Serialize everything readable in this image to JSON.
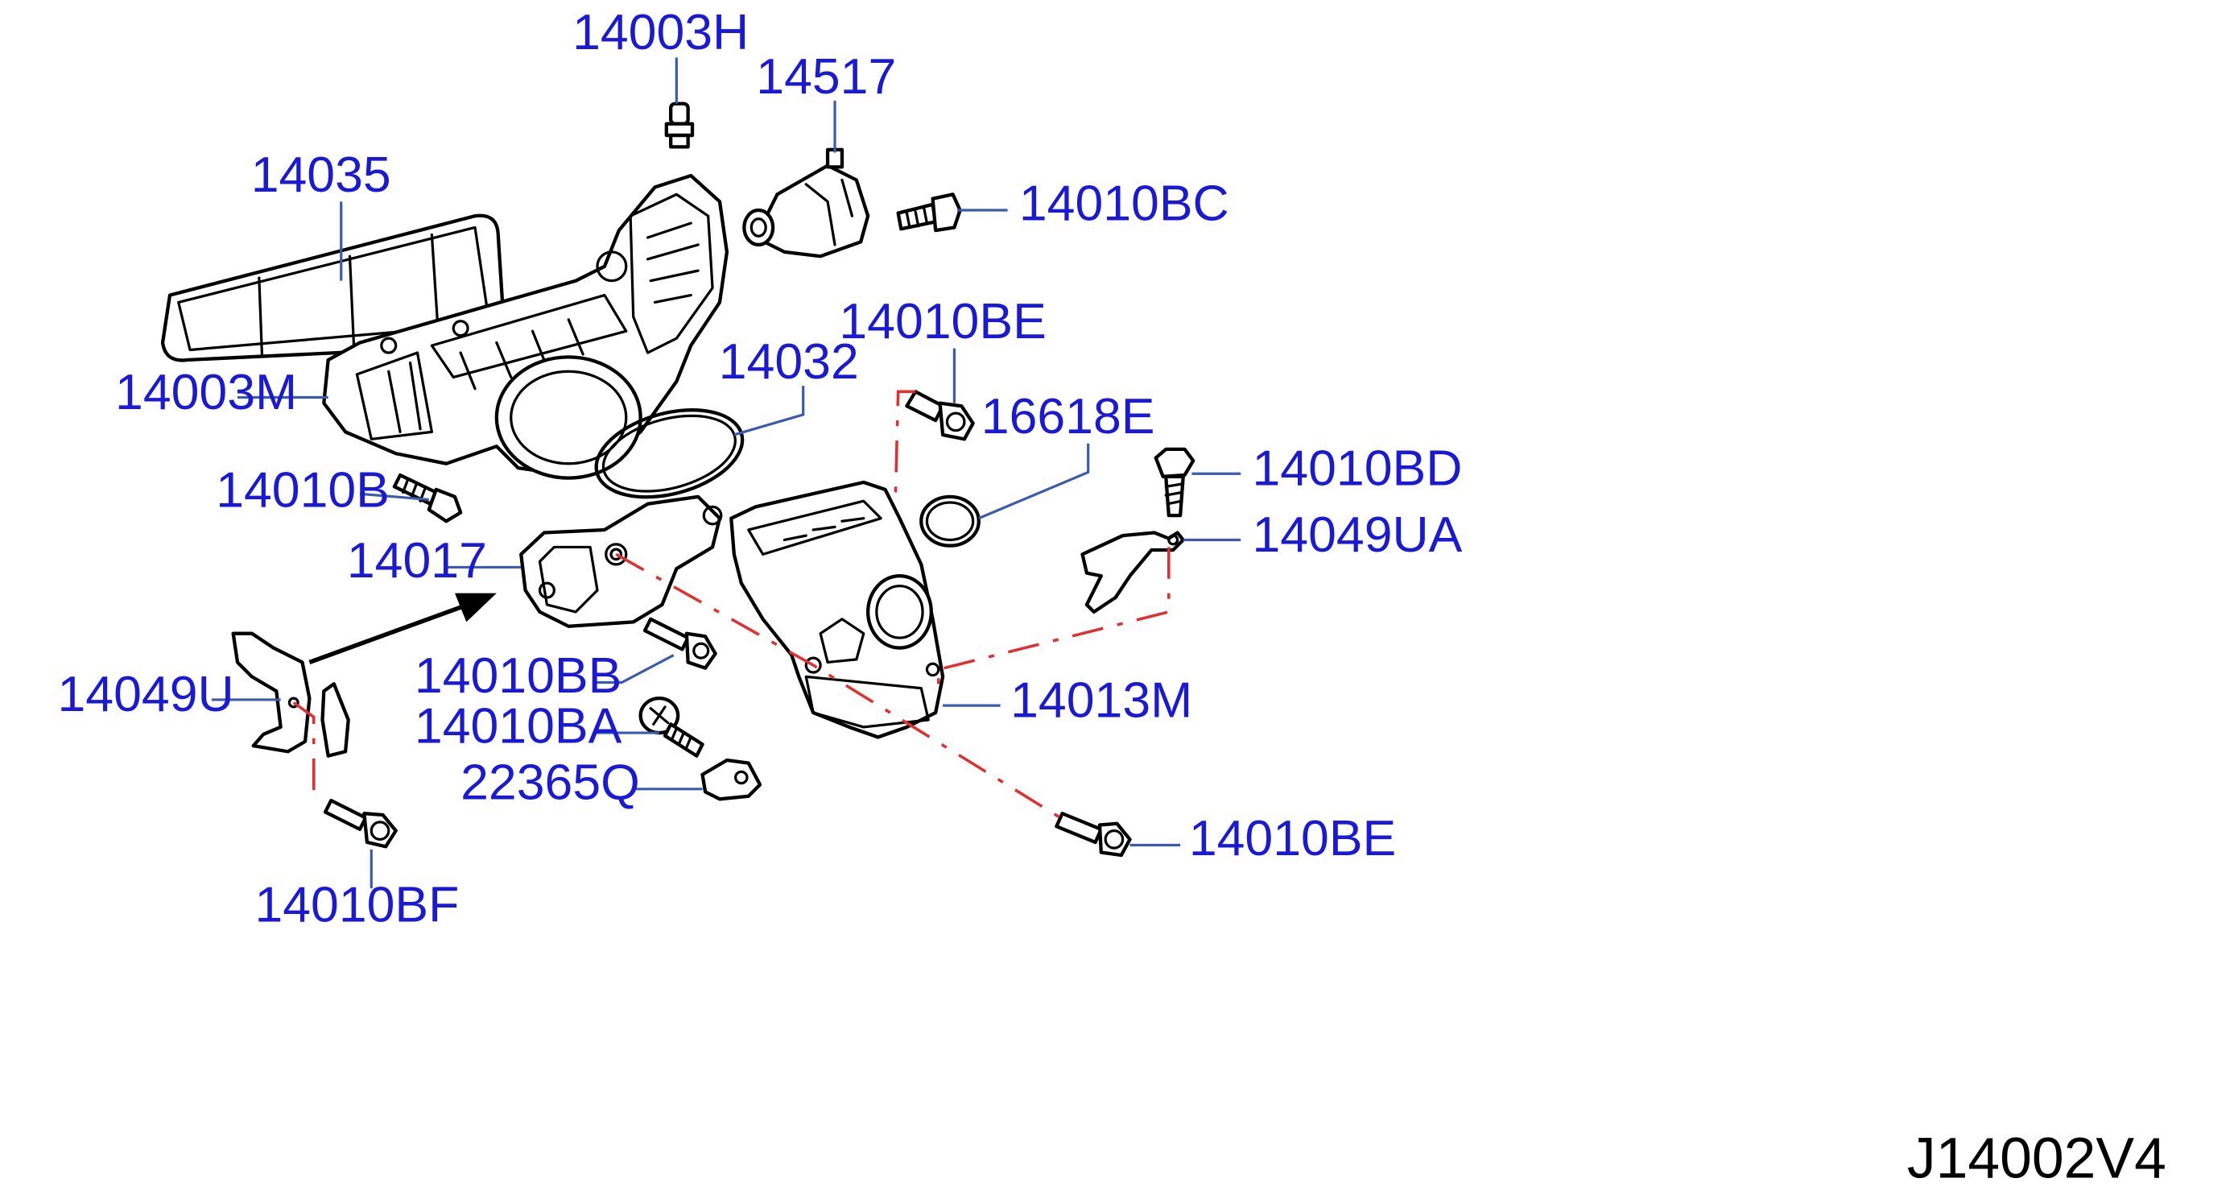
{
  "diagram": {
    "code": "J14002V4",
    "colors": {
      "label": "#1a1ad6",
      "leader": "#3a5bb0",
      "alignment": "#e03030",
      "part": "#000000",
      "background": "#ffffff"
    },
    "parts": [
      {
        "id": "p-14003H",
        "number": "14003H",
        "icon": "stud-icon"
      },
      {
        "id": "p-14517",
        "number": "14517",
        "icon": "actuator-icon"
      },
      {
        "id": "p-14035",
        "number": "14035",
        "icon": "gasket-icon"
      },
      {
        "id": "p-14010BC",
        "number": "14010BC",
        "icon": "bolt-icon"
      },
      {
        "id": "p-14010BE-top",
        "number": "14010BE",
        "icon": "bolt-icon"
      },
      {
        "id": "p-14032",
        "number": "14032",
        "icon": "o-ring-icon"
      },
      {
        "id": "p-14003M",
        "number": "14003M",
        "icon": "intake-manifold-icon"
      },
      {
        "id": "p-16618E",
        "number": "16618E",
        "icon": "o-ring-icon"
      },
      {
        "id": "p-14010BD",
        "number": "14010BD",
        "icon": "bolt-icon"
      },
      {
        "id": "p-14010B",
        "number": "14010B",
        "icon": "bolt-icon"
      },
      {
        "id": "p-14049UA",
        "number": "14049UA",
        "icon": "bracket-icon"
      },
      {
        "id": "p-14017",
        "number": "14017",
        "icon": "gasket-plate-icon"
      },
      {
        "id": "p-14010BB",
        "number": "14010BB",
        "icon": "bolt-icon"
      },
      {
        "id": "p-14049U",
        "number": "14049U",
        "icon": "bracket-icon"
      },
      {
        "id": "p-14013M",
        "number": "14013M",
        "icon": "adapter-housing-icon"
      },
      {
        "id": "p-14010BA",
        "number": "14010BA",
        "icon": "screw-icon"
      },
      {
        "id": "p-22365Q",
        "number": "22365Q",
        "icon": "sensor-icon"
      },
      {
        "id": "p-14010BE-bottom",
        "number": "14010BE",
        "icon": "bolt-icon"
      },
      {
        "id": "p-14010BF",
        "number": "14010BF",
        "icon": "bolt-icon"
      }
    ]
  }
}
